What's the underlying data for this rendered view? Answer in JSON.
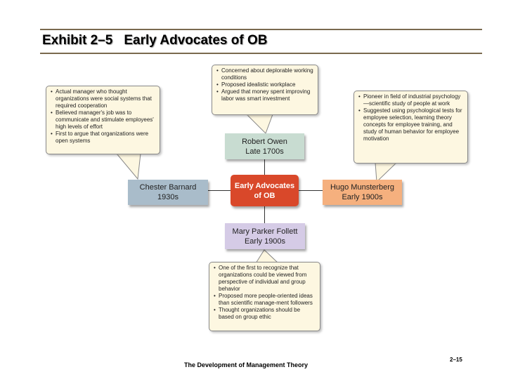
{
  "header": {
    "exhibit_label": "Exhibit 2–5",
    "title": "Early Advocates of OB"
  },
  "diagram": {
    "center": {
      "line1": "Early Advocates",
      "line2": "of OB"
    },
    "nodes": {
      "owen": {
        "name": "Robert Owen",
        "era": "Late 1700s",
        "color": "#c8dcd1"
      },
      "barnard": {
        "name": "Chester Barnard",
        "era": "1930s",
        "color": "#a9bcca"
      },
      "munsterberg": {
        "name": "Hugo Munsterberg",
        "era": "Early 1900s",
        "color": "#f5b07e"
      },
      "follett": {
        "name": "Mary Parker Follett",
        "era": "Early 1900s",
        "color": "#d5cbe6"
      }
    },
    "center_color": "#d9482a",
    "bubble_color": "#fdf7e1",
    "bubbles": {
      "owen": [
        "Concerned about deplorable working conditions",
        "Proposed idealistic workplace",
        "Argued that money spent improving labor was smart investment"
      ],
      "barnard": [
        "Actual manager who thought organizations were social systems that required cooperation",
        "Believed manager's job was to communicate and stimulate employees' high levels of effort",
        "First to argue that organizations were open systems"
      ],
      "munsterberg": [
        "Pioneer in field of industrial psychology—scientific study of people at work",
        "Suggested using psychological tests for employee selection, learning theory concepts for employee training, and study of human behavior for employee motivation"
      ],
      "follett": [
        "One of the first to recognize that organizations could be viewed from perspective of individual and group behavior",
        "Proposed more people-oriented ideas than scientific manage-ment followers",
        "Thought organizations should be based on group ethic"
      ]
    }
  },
  "footer": {
    "text": "The Development of Management Theory",
    "page": "2–15"
  }
}
